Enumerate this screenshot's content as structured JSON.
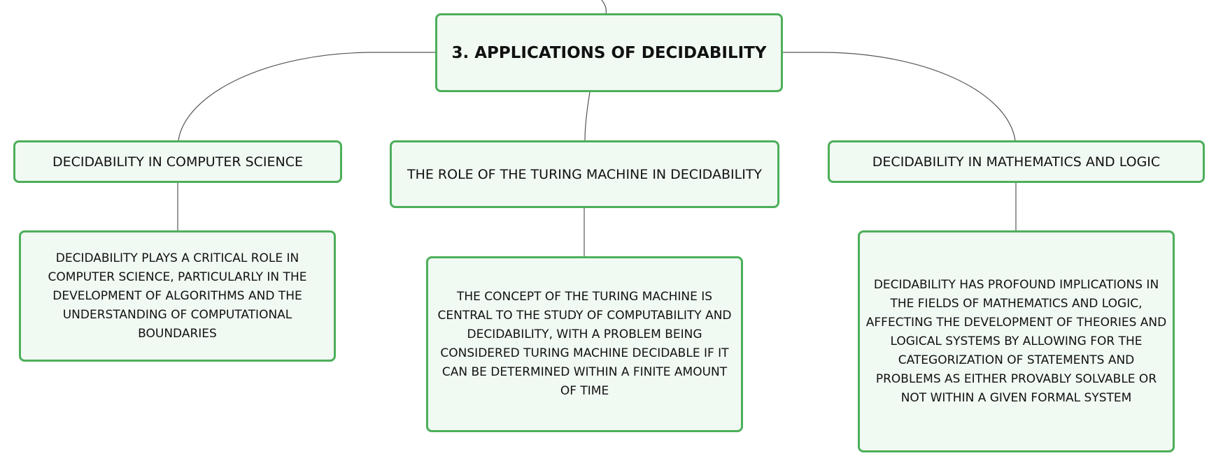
{
  "colors": {
    "node_fill": "#f1f9f3",
    "node_border": "#4caf5a",
    "connector": "#555555",
    "text": "#111111"
  },
  "root": {
    "title": "3. APPLICATIONS OF DECIDABILITY"
  },
  "branches": [
    {
      "topic": "DECIDABILITY IN COMPUTER SCIENCE",
      "description": "DECIDABILITY PLAYS A CRITICAL ROLE IN COMPUTER SCIENCE, PARTICULARLY IN THE DEVELOPMENT OF ALGORITHMS AND THE UNDERSTANDING OF COMPUTATIONAL BOUNDARIES"
    },
    {
      "topic": "THE ROLE OF THE TURING MACHINE IN DECIDABILITY",
      "description": "THE CONCEPT OF THE TURING MACHINE IS CENTRAL TO THE STUDY OF COMPUTABILITY AND DECIDABILITY, WITH A PROBLEM BEING CONSIDERED TURING MACHINE DECIDABLE IF IT CAN BE DETERMINED WITHIN A FINITE AMOUNT OF TIME"
    },
    {
      "topic": "DECIDABILITY IN MATHEMATICS AND LOGIC",
      "description": "DECIDABILITY HAS PROFOUND IMPLICATIONS IN THE FIELDS OF MATHEMATICS AND LOGIC, AFFECTING THE DEVELOPMENT OF THEORIES AND LOGICAL SYSTEMS BY ALLOWING FOR THE CATEGORIZATION OF STATEMENTS AND PROBLEMS AS EITHER PROVABLY SOLVABLE OR NOT WITHIN A GIVEN FORMAL SYSTEM"
    }
  ]
}
